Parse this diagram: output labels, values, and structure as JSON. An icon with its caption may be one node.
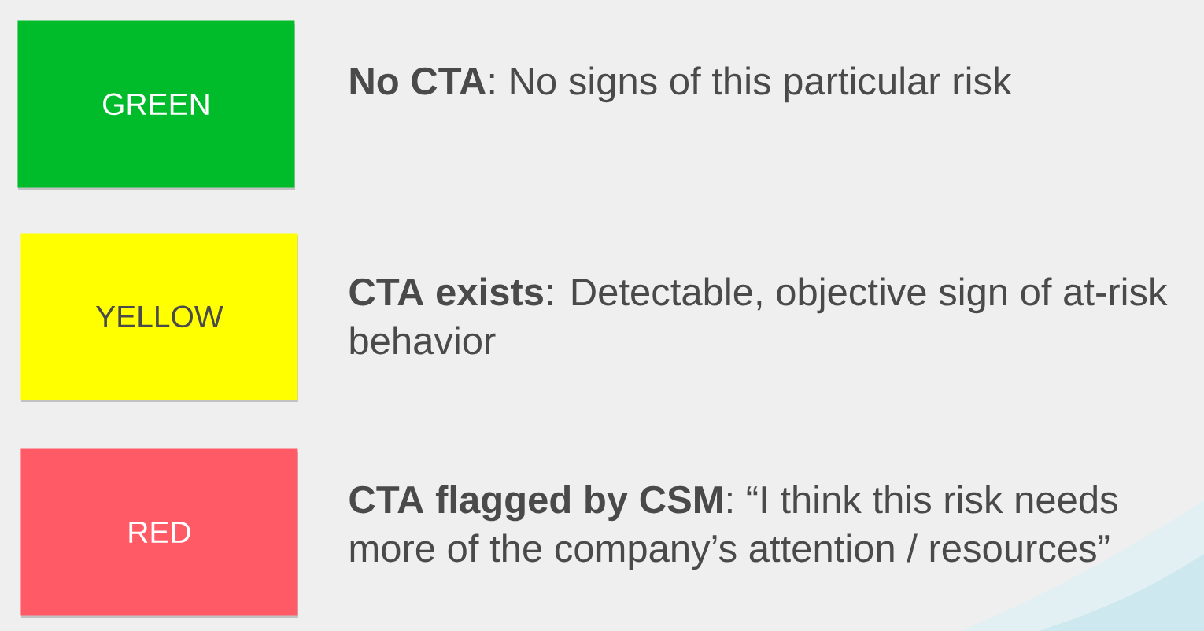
{
  "diagram": {
    "nodes": [
      {
        "text": [
          "GREEN"
        ],
        "beside": [
          "**No CTA**: No signs of this particular risk"
        ]
      },
      {
        "text": [
          "YELLOW"
        ],
        "beside": [
          "**CTA exists**: Detectable, objective sign of at-risk behavior"
        ]
      },
      {
        "text": [
          "RED"
        ],
        "beside": [
          "**CTA flagged by CSM**: “I think this risk needs more of the company’s attention / resources”"
        ]
      }
    ]
  }
}
